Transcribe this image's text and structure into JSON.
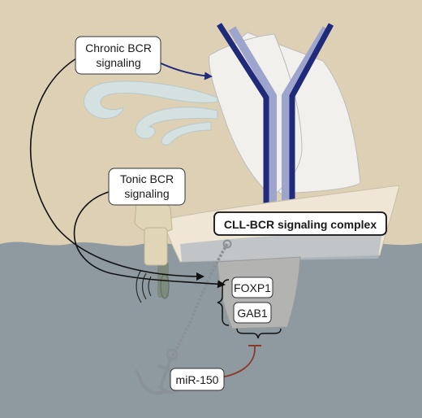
{
  "labels": {
    "chronic_line1": "Chronic BCR",
    "chronic_line2": "signaling",
    "tonic_line1": "Tonic BCR",
    "tonic_line2": "signaling",
    "complex": "CLL-BCR signaling complex",
    "foxp1": "FOXP1",
    "gab1": "GAB1",
    "mir150": "miR-150"
  },
  "colors": {
    "sand_background": "#ddd0b5",
    "sea": "#8e9aa0",
    "sail": "#f1f0ec",
    "antibody": "#1f2a7a",
    "boat_hull": "#efe6d6",
    "keel": "#b3b3b1",
    "wind": "#d5e0e0",
    "inhibition": "#8b3a2a",
    "chain": "#8a9096",
    "outboard_motor": "#e0d5b6",
    "propeller": "#7e8a7e"
  },
  "icons": {
    "wind": "wind-gust-icon",
    "anchor": "anchor-icon",
    "motor": "outboard-motor-icon",
    "sailboat": "sailboat-icon",
    "antibody": "antibody-y-icon"
  }
}
